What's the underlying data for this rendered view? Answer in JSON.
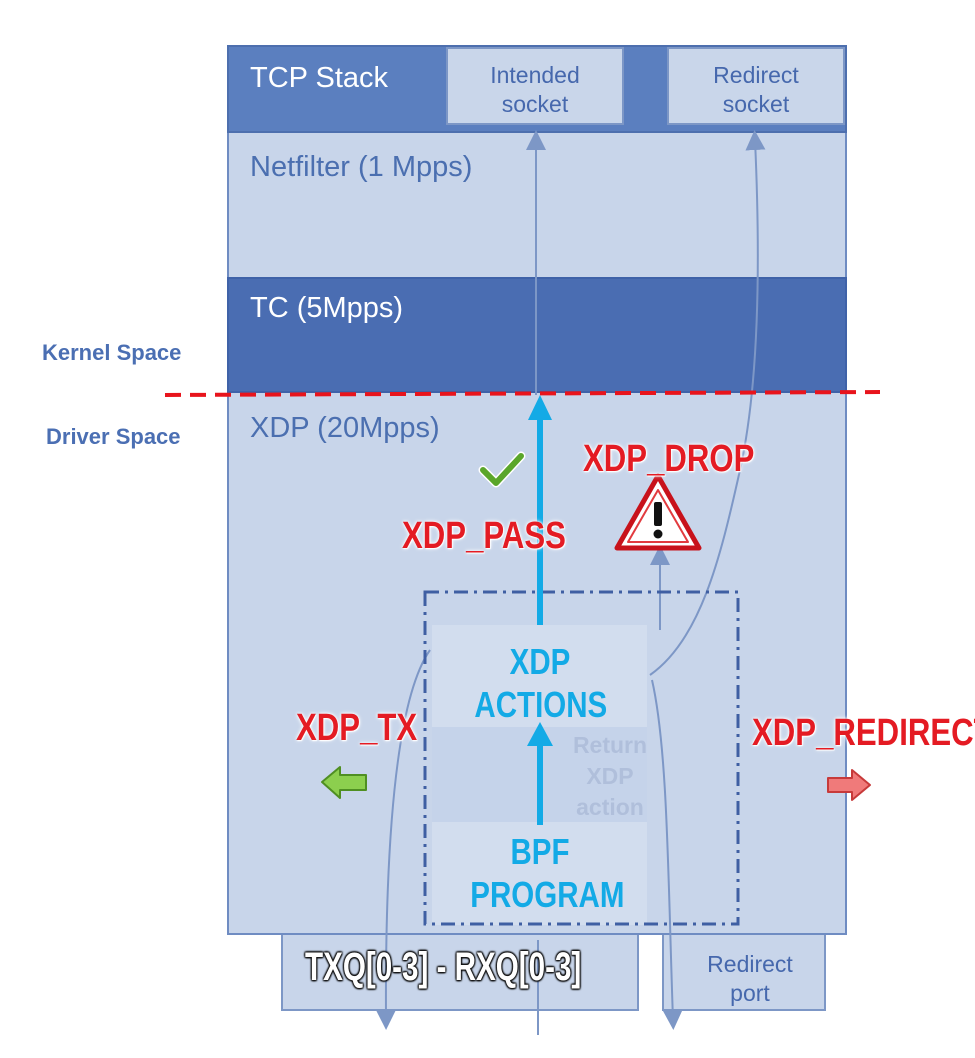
{
  "layers": {
    "tcp_stack": "TCP Stack",
    "netfilter": "Netfilter (1 Mpps)",
    "tc": "TC (5Mpps)",
    "xdp": "XDP (20Mpps)"
  },
  "sockets": {
    "intended": [
      "Intended",
      "socket"
    ],
    "redirect": [
      "Redirect",
      "socket"
    ]
  },
  "spaces": {
    "kernel": "Kernel Space",
    "driver": "Driver Space"
  },
  "actions": {
    "pass": "XDP_PASS",
    "drop": "XDP_DROP",
    "tx": "XDP_TX",
    "redirect": "XDP_REDIRECT"
  },
  "center": {
    "xdp_actions": [
      "XDP",
      "ACTIONS"
    ],
    "bpf_program": [
      "BPF",
      "PROGRAM"
    ],
    "return_action": [
      "Return",
      "XDP",
      "action"
    ]
  },
  "bottom": {
    "queues": "TXQ[0-3] - RXQ[0-3]",
    "redirect_port": [
      "Redirect",
      "port"
    ]
  },
  "colors": {
    "tcp_band": "#5b7fbf",
    "light_layer": "#c8d5ea",
    "tc_band": "#4a6db2",
    "action_red": "#e41b23",
    "action_blue": "#13aae6",
    "divider": "#e8141c"
  },
  "icons": {
    "pass": "check-icon",
    "drop": "warning-icon",
    "tx": "left-arrow-icon",
    "redirect": "right-arrow-icon"
  }
}
